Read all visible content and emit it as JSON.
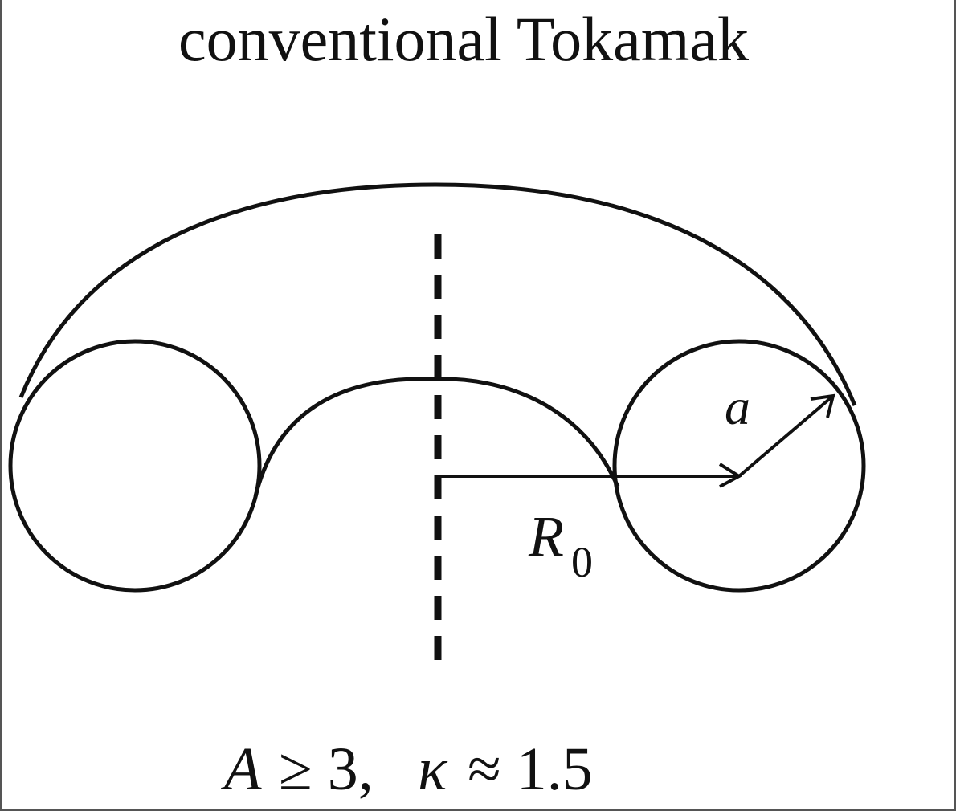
{
  "title": "conventional Tokamak",
  "labels": {
    "minor_radius": "a",
    "major_radius_symbol": "R",
    "major_radius_subscript": "0"
  },
  "caption": {
    "aspect_symbol": "A",
    "aspect_relation": "≥ 3,",
    "elongation_symbol": "κ",
    "elongation_relation": "≈ 1.5"
  },
  "colors": {
    "stroke": "#111111",
    "background": "#ffffff"
  }
}
